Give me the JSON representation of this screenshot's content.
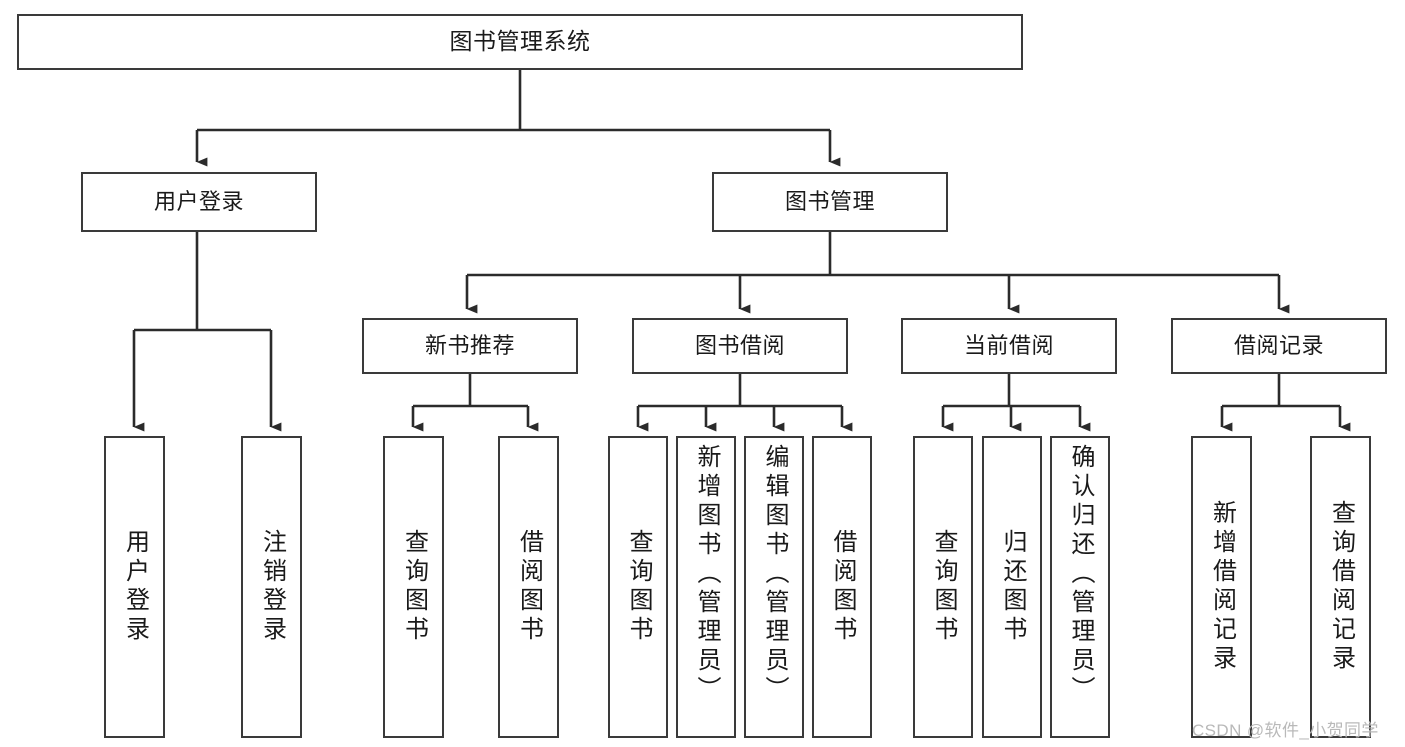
{
  "diagram": {
    "title": "图书管理系统",
    "watermark": "CSDN @软件_小贺同学",
    "colors": {
      "background": "#ffffff",
      "node_border": "#3a3a3a",
      "node_fill": "#ffffff",
      "edge": "#2b2b2b",
      "text": "#1a1a1a",
      "watermark": "#b9b9b9"
    },
    "nodes": {
      "root": {
        "label": "图书管理系统"
      },
      "level1": [
        {
          "id": "user-login",
          "label": "用户登录"
        },
        {
          "id": "book-manage",
          "label": "图书管理"
        }
      ],
      "level2": [
        {
          "id": "new-book-recommend",
          "label": "新书推荐"
        },
        {
          "id": "book-borrow",
          "label": "图书借阅"
        },
        {
          "id": "current-borrow",
          "label": "当前借阅"
        },
        {
          "id": "borrow-record",
          "label": "借阅记录"
        }
      ],
      "leaves": {
        "user_login": [
          {
            "id": "leaf-user-login",
            "label": "用户登录"
          },
          {
            "id": "leaf-logout-login",
            "label": "注销登录"
          }
        ],
        "new_book_recommend": [
          {
            "id": "leaf-query-book-1",
            "label": "查询图书"
          },
          {
            "id": "leaf-borrow-book-1",
            "label": "借阅图书"
          }
        ],
        "book_borrow": [
          {
            "id": "leaf-query-book-2",
            "label": "查询图书"
          },
          {
            "id": "leaf-add-book",
            "label": "新增图书（管理员）"
          },
          {
            "id": "leaf-edit-book",
            "label": "编辑图书（管理员）"
          },
          {
            "id": "leaf-borrow-book-2",
            "label": "借阅图书"
          }
        ],
        "current_borrow": [
          {
            "id": "leaf-query-book-3",
            "label": "查询图书"
          },
          {
            "id": "leaf-return-book",
            "label": "归还图书"
          },
          {
            "id": "leaf-confirm-return",
            "label": "确认归还（管理员）"
          }
        ],
        "borrow_record": [
          {
            "id": "leaf-add-record",
            "label": "新增借阅记录"
          },
          {
            "id": "leaf-query-record",
            "label": "查询借阅记录"
          }
        ]
      }
    }
  }
}
